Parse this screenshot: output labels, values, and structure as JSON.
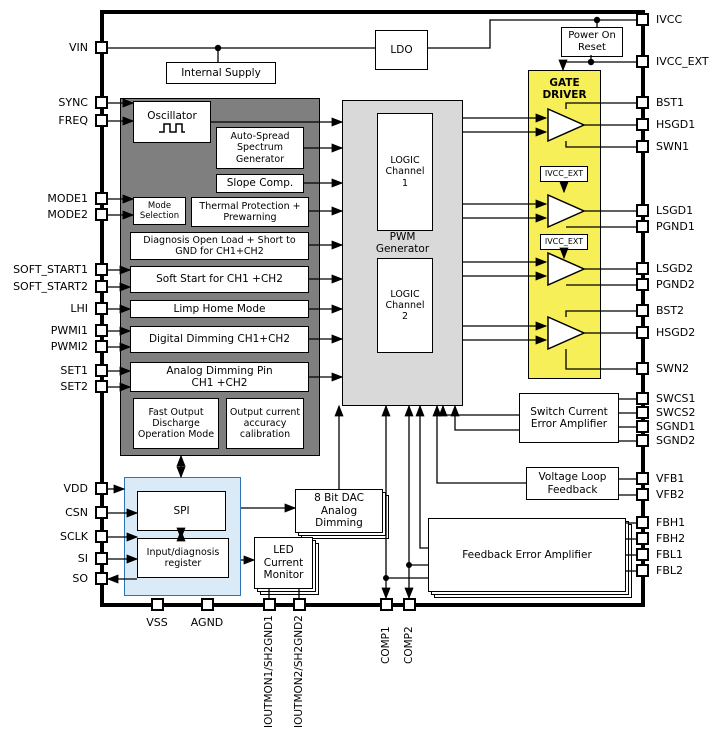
{
  "diagram": {
    "pins": {
      "left": [
        "VIN",
        "SYNC",
        "FREQ",
        "MODE1",
        "MODE2",
        "SOFT_START1",
        "SOFT_START2",
        "LHI",
        "PWMI1",
        "PWMI2",
        "SET1",
        "SET2",
        "VDD",
        "CSN",
        "SCLK",
        "SI",
        "SO"
      ],
      "right": [
        "IVCC",
        "IVCC_EXT",
        "BST1",
        "HSGD1",
        "SWN1",
        "LSGD1",
        "PGND1",
        "LSGD2",
        "PGND2",
        "BST2",
        "HSGD2",
        "SWN2",
        "SWCS1",
        "SWCS2",
        "SGND1",
        "SGND2",
        "VFB1",
        "VFB2",
        "FBH1",
        "FBH2",
        "FBL1",
        "FBL2"
      ],
      "bottom": [
        "VSS",
        "AGND",
        "IOUTMON1/SH2GND1",
        "IOUTMON2/SH2GND2",
        "COMP1",
        "COMP2"
      ]
    },
    "blocks": {
      "ldo": "LDO",
      "power_on_reset": "Power On Reset",
      "internal_supply": "Internal Supply",
      "oscillator": "Oscillator",
      "auto_spread": "Auto-Spread Spectrum Generator",
      "slope_comp": "Slope Comp.",
      "mode_selection": "Mode Selection",
      "thermal_protection": "Thermal Protection + Prewarning",
      "diagnosis": "Diagnosis Open Load + Short to GND for CH1+CH2",
      "soft_start": "Soft Start for CH1 +CH2",
      "limp_home": "Limp Home Mode",
      "digital_dimming": "Digital Dimming CH1+CH2",
      "analog_dimming": "Analog Dimming Pin CH1 +CH2",
      "fast_discharge": "Fast Output Discharge Operation Mode",
      "output_calibration": "Output current accuracy calibration",
      "pwm_generator": "PWM Generator",
      "logic_ch1": "LOGIC Channel 1",
      "logic_ch2": "LOGIC Channel 2",
      "gate_driver": "GATE DRIVER",
      "ivcc_ext_1": "IVCC_EXT",
      "ivcc_ext_2": "IVCC_EXT",
      "switch_current_amp": "Switch Current Error Amplifier",
      "voltage_loop": "Voltage Loop Feedback",
      "feedback_error_amp": "Feedback Error Amplifier",
      "spi": "SPI",
      "input_diag_register": "Input/diagnosis register",
      "dac": "8 Bit DAC Analog Dimming",
      "led_monitor": "LED Current Monitor"
    },
    "colors": {
      "gate_fill": "#f7ef58",
      "pwm_fill": "#d9d9d9",
      "control_fill": "#7f7f7f",
      "spi_fill": "#daeaf6",
      "spi_border": "#2e74b5",
      "wire": "#000000"
    }
  }
}
